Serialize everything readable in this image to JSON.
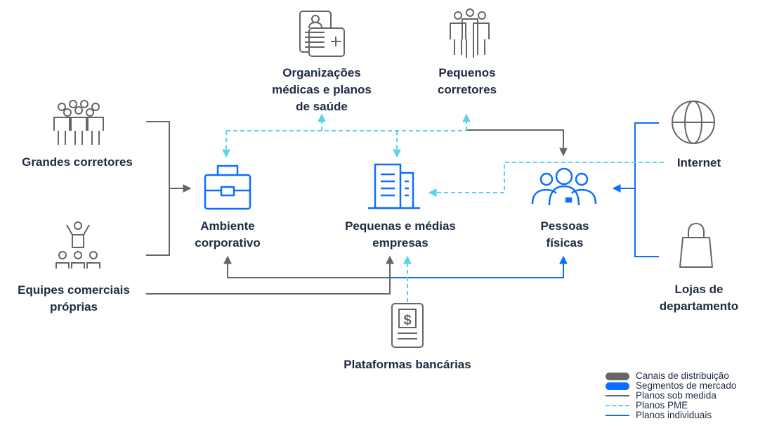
{
  "nodes": {
    "org_medicas": "Organizações\nmédicas e planos\nde saúde",
    "pequenos_corretores": "Pequenos\ncorretores",
    "grandes_corretores": "Grandes corretores",
    "equipes_comerciais": "Equipes comerciais\npróprias",
    "ambiente_corporativo": "Ambiente\ncorporativo",
    "pequenas_medias_empresas": "Pequenas e médias\nempresas",
    "pessoas_fisicas": "Pessoas\nfísicas",
    "internet": "Internet",
    "lojas_departamento": "Lojas de\ndepartamento",
    "plataformas_bancarias": "Plataformas bancárias"
  },
  "legend": [
    {
      "label": "Canais de distribuição",
      "style": "pill",
      "color": "#666666"
    },
    {
      "label": "Segmentos de mercado",
      "style": "pill",
      "color": "#0d6efd"
    },
    {
      "label": "Planos sob medida",
      "style": "line",
      "color": "#666666"
    },
    {
      "label": "Planos PME",
      "style": "dash",
      "color": "#5ad3ee"
    },
    {
      "label": "Planos individuais",
      "style": "line",
      "color": "#0d6efd"
    }
  ],
  "colors": {
    "gray": "#666666",
    "blue": "#0d6efd",
    "cyan": "#5ad3ee",
    "text": "#1f2a44"
  }
}
